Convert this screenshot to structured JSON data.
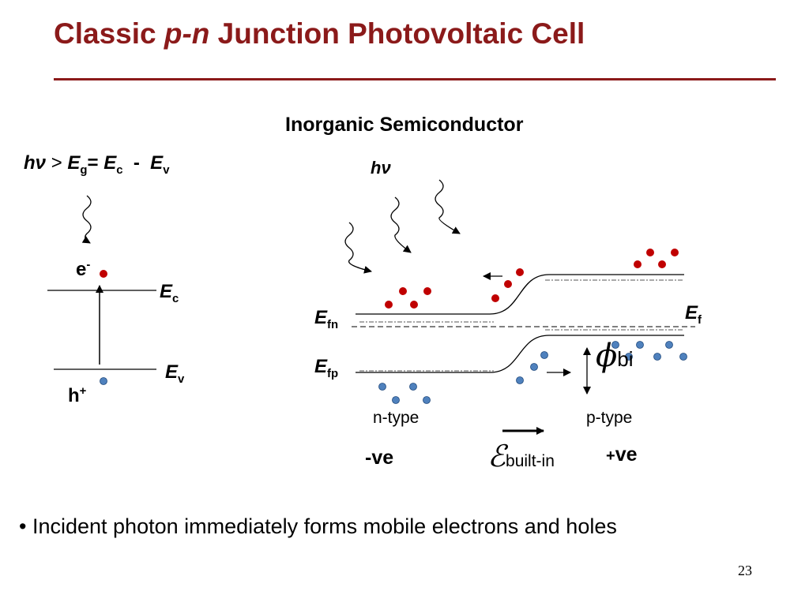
{
  "slide": {
    "title_pre": "Classic ",
    "title_em": "p-n",
    "title_post": " Junction Photovoltaic Cell",
    "page_number": "23",
    "accent_color": "#8b1a1a"
  },
  "left_panel": {
    "condition_h": "h",
    "condition_nu": "ν",
    "condition_gt": ">",
    "eg": "E",
    "eg_sub": "g",
    "equals": "=",
    "ec": "E",
    "ec_sub": "c",
    "minus": "-",
    "ev": "E",
    "ev_sub": "v",
    "electron_label": "e",
    "electron_sup": "-",
    "hole_label": "h",
    "hole_sup": "+",
    "level_ec": "E",
    "level_ec_sub": "c",
    "level_ev": "E",
    "level_ev_sub": "v"
  },
  "right_panel": {
    "heading": "Inorganic Semiconductor",
    "photon_h": "h",
    "photon_nu": "ν",
    "efn": "E",
    "efn_sub": "fn",
    "efp": "E",
    "efp_sub": "fp",
    "ef": "E",
    "ef_sub": "f",
    "phi": "ϕ",
    "phi_sub": "bi",
    "n_type": "n-type",
    "p_type": "p-type",
    "neg_side": "-ve",
    "pos_side_sign": "+",
    "pos_side": "ve",
    "field_symbol": "ℰ",
    "field_sub": "built-in"
  },
  "bullets": [
    "Incident photon immediately forms mobile electrons and holes"
  ],
  "colors": {
    "electron": "#c00000",
    "hole": "#4f81bd",
    "hole_stroke": "#1f497d"
  }
}
